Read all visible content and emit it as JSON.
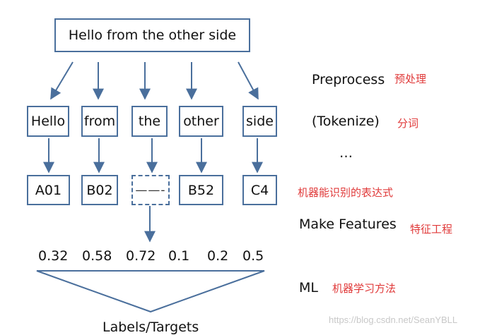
{
  "sentence": "Hello from the other side",
  "tokens": [
    "Hello",
    "from",
    "the",
    "other",
    "side"
  ],
  "features": [
    "A01",
    "B02",
    "——-",
    "B52",
    "C4"
  ],
  "values": [
    "0.32",
    "0.58",
    "0.72",
    "0.1",
    "0.2",
    "0.5"
  ],
  "output_label": "Labels/Targets",
  "steps": {
    "preprocess": "Preprocess",
    "preprocess_zh": "预处理",
    "tokenize": "(Tokenize)",
    "tokenize_zh": "分词",
    "ellipsis": "…",
    "features_zh": "机器能识别的表达式",
    "make_features": "Make Features",
    "make_features_zh": "特征工程",
    "ml": "ML",
    "ml_zh": "机器学习方法"
  },
  "watermark": "https://blog.csdn.net/SeanYBLL",
  "colors": {
    "box_border": "#4a6f9c",
    "arrow": "#4a6f9c",
    "annotation": "#e03a3a"
  }
}
